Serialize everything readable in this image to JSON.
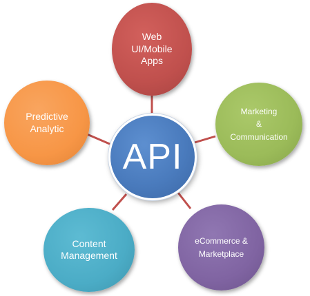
{
  "diagram": {
    "center": {
      "label": "API",
      "color": "#4a7bbd"
    },
    "nodes": [
      {
        "id": "web",
        "label": "Web\nUI/Mobile\nApps",
        "color": "#c0504d"
      },
      {
        "id": "marketing",
        "label": "Marketing\n&\nCommunication",
        "color": "#9bbb59"
      },
      {
        "id": "ecommerce",
        "label": "eCommerce  &\nMarketplace",
        "color": "#8064a2"
      },
      {
        "id": "content",
        "label": "Content\nManagement",
        "color": "#4bacc6"
      },
      {
        "id": "predictive",
        "label": "Predictive\nAnalytic",
        "color": "#f79646"
      }
    ],
    "connector_color": "#c0504d"
  }
}
